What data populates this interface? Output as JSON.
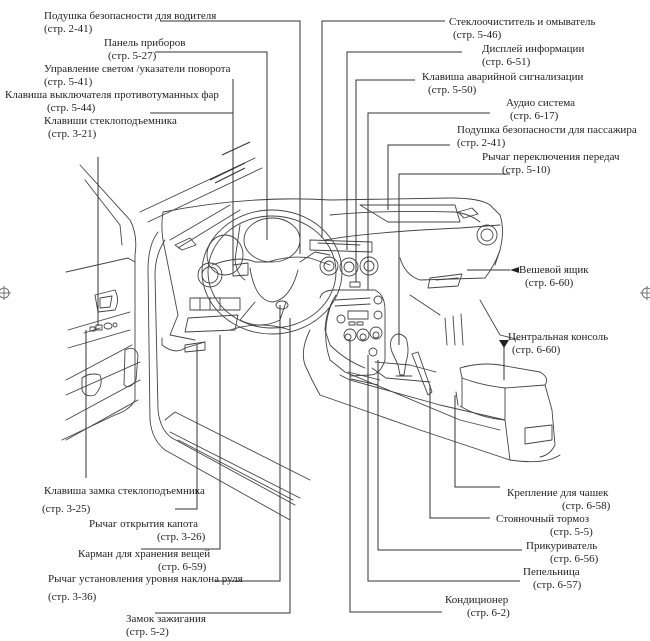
{
  "diagram": {
    "subject": "Dashboard and interior controls",
    "labels": [
      {
        "id": "driver-airbag",
        "text": "Подушка безопасности для водителя",
        "page": "(стр. 2-41)"
      },
      {
        "id": "instrument-panel",
        "text": "Панель приборов",
        "page": "(стр. 5-27)"
      },
      {
        "id": "lighting-control",
        "text": "Управление светом /указатели поворота",
        "page": "(стр. 5-41)"
      },
      {
        "id": "fog-light-switch",
        "text": "Клавиша выключателя противотуманных фар",
        "page": "(стр. 5-44)"
      },
      {
        "id": "power-window-switches",
        "text": "Клавиши стеклоподъемника",
        "page": "(стр. 3-21)"
      },
      {
        "id": "wiper-washer",
        "text": "Стеклоочиститель и омыватель",
        "page": "(стр. 5-46)"
      },
      {
        "id": "info-display",
        "text": "Дисплей информации",
        "page": "(стр. 6-51)"
      },
      {
        "id": "hazard-switch",
        "text": "Клавиша аварийной сигнализации",
        "page": "(стр. 5-50)"
      },
      {
        "id": "audio-system",
        "text": "Аудио система",
        "page": "(стр. 6-17)"
      },
      {
        "id": "passenger-airbag",
        "text": "Подушка безопасности для пассажира",
        "page": "(стр. 2-41)"
      },
      {
        "id": "shift-lever",
        "text": "Рычаг переключения передач",
        "page": "(стр. 5-10)"
      },
      {
        "id": "glove-box",
        "text": "Вешевой ящик",
        "page": "(стр. 6-60)"
      },
      {
        "id": "center-console",
        "text": "Центральная консоль",
        "page": "(стр. 6-60)"
      },
      {
        "id": "window-lock-switch",
        "text": "Клавиша замка стеклоподъемника",
        "page": "(стр. 3-25)"
      },
      {
        "id": "hood-release",
        "text": "Рычаг открытия капота",
        "page": "(стр. 3-26)"
      },
      {
        "id": "storage-pocket",
        "text": "Карман для хранения вещей",
        "page": "(стр. 6-59)"
      },
      {
        "id": "tilt-lever",
        "text": "Рычаг установления уровня наклона руля",
        "page": "(стр. 3-36)"
      },
      {
        "id": "ignition-switch",
        "text": "Замок зажигания",
        "page": "(стр. 5-2)"
      },
      {
        "id": "cup-holder",
        "text": "Крепление для чашек",
        "page": "(стр. 6-58)"
      },
      {
        "id": "parking-brake",
        "text": "Стояночный тормоз",
        "page": "(стр. 5-5)"
      },
      {
        "id": "cigarette-lighter",
        "text": "Прикуриватель",
        "page": "(стр. 6-56)"
      },
      {
        "id": "ashtray",
        "text": "Пепельница",
        "page": "(стр. 6-57)"
      },
      {
        "id": "air-conditioner",
        "text": "Кондиционер",
        "page": "(стр. 6-2)"
      }
    ]
  }
}
